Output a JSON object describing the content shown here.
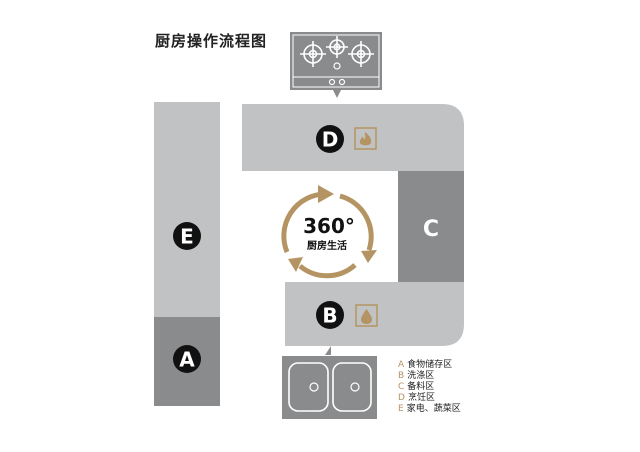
{
  "title": "厨房操作流程图",
  "center": {
    "big": "360°",
    "small": "厨房生活"
  },
  "zones": {
    "A": {
      "letter": "A"
    },
    "B": {
      "letter": "B"
    },
    "C": {
      "letter": "C"
    },
    "D": {
      "letter": "D"
    },
    "E": {
      "letter": "E"
    }
  },
  "legend": [
    {
      "key": "A",
      "label": "食物储存区"
    },
    {
      "key": "B",
      "label": "洗涤区"
    },
    {
      "key": "C",
      "label": "备料区"
    },
    {
      "key": "D",
      "label": "烹饪区"
    },
    {
      "key": "E",
      "label": "家电、蔬菜区"
    }
  ],
  "colors": {
    "light_gray": "#c1c2c4",
    "dark_gray": "#8a8b8d",
    "accent": "#b59463",
    "badge": "#111111"
  },
  "icons": {
    "stove": "gas-stove-icon",
    "sink": "double-sink-icon",
    "fire": "fire-icon",
    "water": "water-drop-icon",
    "cycle": "cycle-arrows-icon"
  }
}
